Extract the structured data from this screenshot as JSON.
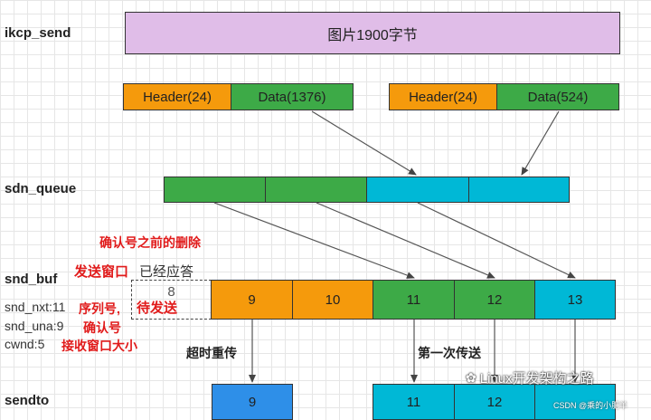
{
  "rows": {
    "ikcp_send": "ikcp_send",
    "sdn_queue": "sdn_queue",
    "snd_buf": "snd_buf",
    "sendto": "sendto"
  },
  "image_box": "图片1900字节",
  "fragments": {
    "frag1_header": "Header(24)",
    "frag1_data": "Data(1376)",
    "frag2_header": "Header(24)",
    "frag2_data": "Data(524)"
  },
  "snd_buf": {
    "cells": [
      "8",
      "9",
      "10",
      "11",
      "12",
      "13"
    ],
    "acked_delete_label": "确认号之前的删除",
    "send_window_label": "发送窗口",
    "acked_label": "已经应答",
    "pending_label": "待发送",
    "snd_nxt": "snd_nxt:11",
    "seq_label": "序列号,",
    "snd_una": "snd_una:9",
    "ack_label": "确认号",
    "cwnd": "cwnd:5",
    "recv_window_label": "接收窗口大小"
  },
  "annotations": {
    "timeout_retransmit": "超时重传",
    "first_send": "第一次传送"
  },
  "sendto": {
    "cells": [
      "9",
      "11",
      "12"
    ]
  },
  "watermark": {
    "brand": "Linux开发架构之路",
    "csdn": "CSDN @乘的小肥羊"
  },
  "colors": {
    "header": "#f59a0c",
    "data": "#3daa47",
    "queued": "#00b8d6",
    "retransmit": "#2e8fe8",
    "image": "#e0bde8",
    "note_red": "#e11b1b"
  }
}
